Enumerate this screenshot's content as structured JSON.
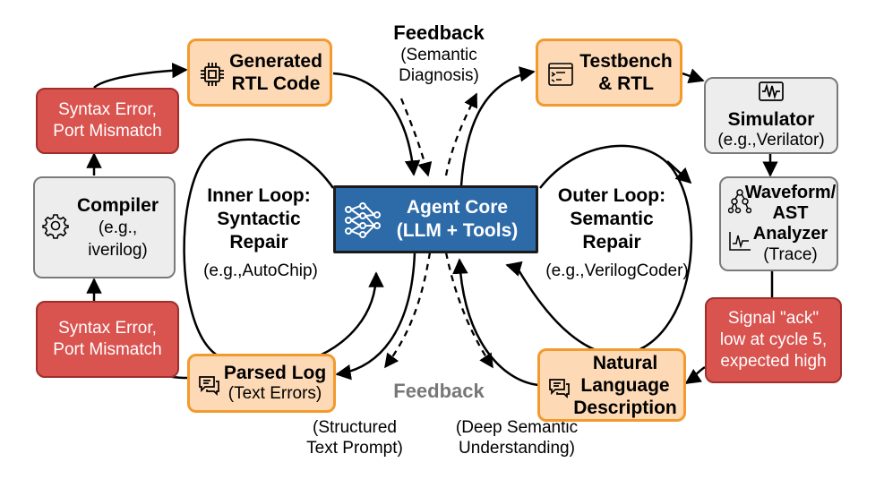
{
  "agent_core": {
    "line1": "Agent Core",
    "line2": "(LLM + Tools)"
  },
  "inner_loop": {
    "line1": "Inner Loop:",
    "line2": "Syntactic",
    "line3": "Repair",
    "example": "(e.g.,AutoChip)"
  },
  "outer_loop": {
    "line1": "Outer Loop:",
    "line2": "Semantic",
    "line3": "Repair",
    "example": "(e.g.,VerilogCoder)"
  },
  "generated_rtl": {
    "line1": "Generated",
    "line2": "RTL Code",
    "icon": "chip-icon"
  },
  "compiler": {
    "title": "Compiler",
    "line2": "(e.g.,",
    "line3": "iverilog)",
    "icon": "gear-icon"
  },
  "syntax_error_top": {
    "line1": "Syntax Error,",
    "line2": "Port Mismatch"
  },
  "syntax_error_bottom": {
    "line1": "Syntax Error,",
    "line2": "Port Mismatch"
  },
  "parsed_log": {
    "title": "Parsed Log",
    "sub": "(Text Errors)",
    "icon": "chat-icon"
  },
  "feedback_top": {
    "title": "Feedback",
    "line1": "(Semantic",
    "line2": "Diagnosis)"
  },
  "feedback_bottom": {
    "title": "Feedback"
  },
  "structured_prompt": {
    "line1": "(Structured",
    "line2": "Text Prompt)"
  },
  "deep_semantic": {
    "line1": "(Deep Semantic",
    "line2": "Understanding)"
  },
  "testbench": {
    "line1": "Testbench",
    "line2": "& RTL",
    "icon": "code-window-icon"
  },
  "simulator": {
    "title": "Simulator",
    "sub": "(e.g.,Verilator)",
    "icon": "waveform-icon"
  },
  "analyzer": {
    "line1": "Waveform/",
    "line2": "AST",
    "line3": "Analyzer",
    "line4": "(Trace)",
    "icons": [
      "tree-icon",
      "signal-icon"
    ]
  },
  "signal_error": {
    "line1": "Signal \"ack\"",
    "line2": "low at cycle 5,",
    "line3": "expected high"
  },
  "nl_description": {
    "line1": "Natural",
    "line2": "Language",
    "line3": "Description",
    "icon": "chat-icon"
  },
  "colors": {
    "orange_fill": "#fdd9b5",
    "orange_border": "#f39a2e",
    "red": "#d9534f",
    "blue": "#2c6aa8",
    "gray": "#ededed",
    "feedback_gray": "#777777"
  }
}
